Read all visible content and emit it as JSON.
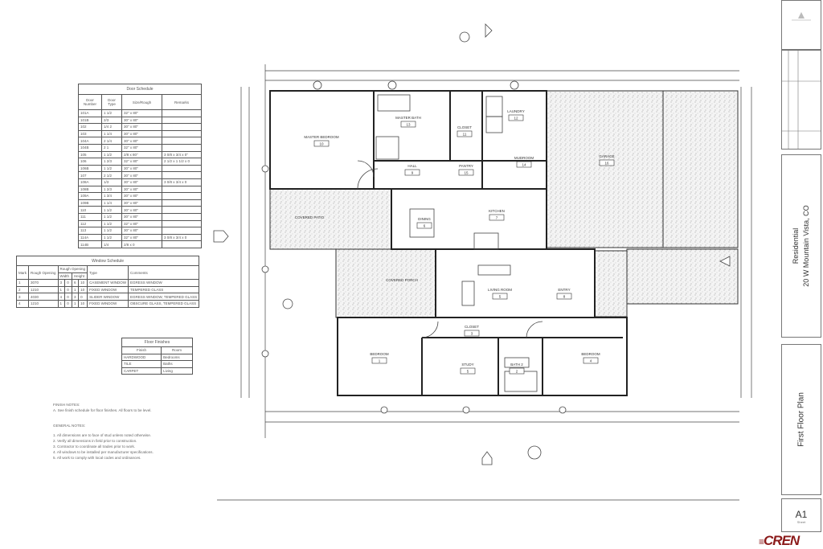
{
  "door_schedule": {
    "title": "Door Schedule",
    "headers": [
      "Door Number",
      "Door Type",
      "Size/Rough",
      "Remarks"
    ],
    "rows": [
      [
        "101A",
        "1 1/2",
        "32\" x 80\"",
        ""
      ],
      [
        "101B",
        "2/3",
        "30\" x 80\"",
        " "
      ],
      [
        "102",
        "1/4 2",
        "30\" x 80\"",
        " "
      ],
      [
        "103",
        "1 1/4",
        "30\" x 80\"",
        " "
      ],
      [
        "104A",
        "2 1/4",
        "30\" x 80\"",
        " "
      ],
      [
        "104B",
        "2 1",
        "32\" x 80\"",
        " "
      ],
      [
        "105",
        "1 1/2",
        "2/8 x 80\"",
        "3 0/8 x 3/4 x 0\""
      ],
      [
        "106",
        "1 2/3",
        "32\" x 80\"",
        "2 1/2 x 1 1/2 x 0"
      ],
      [
        "106B",
        "1 1/2",
        "30\" x 80\"",
        " "
      ],
      [
        "107",
        "2 1/2",
        "30\" x 80\"",
        " "
      ],
      [
        "108A",
        "1/3",
        "30\" x 80\"",
        "3 0/8 x 3/4 x 0"
      ],
      [
        "108B",
        "1 2/3",
        "30\" x 80\"",
        " "
      ],
      [
        "109A",
        "1 3/4",
        "30\" x 80\"",
        " "
      ],
      [
        "109B",
        "1 1/4",
        "30\" x 80\"",
        " "
      ],
      [
        "110",
        "1 1/2",
        "30\" x 80\"",
        " "
      ],
      [
        "111",
        "1 1/2",
        "30\" x 80\"",
        " "
      ],
      [
        "112",
        "1 1/2",
        "32\" x 80\"",
        " "
      ],
      [
        "113",
        "1 1/2",
        "30\" x 80\"",
        " "
      ],
      [
        "114A",
        "1 1/2",
        "32\" x 80\"",
        "3 0/8 x 3/4 x 0"
      ],
      [
        "114B",
        "1/4",
        "2/8 x 0",
        " "
      ]
    ]
  },
  "window_schedule": {
    "title": "Window Schedule",
    "headers": [
      "Mark",
      "Rough Opening",
      "Width",
      "Height",
      "Type",
      "Comments"
    ],
    "subheader": "Rough Opening",
    "rows": [
      [
        "1",
        "3070",
        "3",
        "0",
        "6",
        "10",
        "CASEMENT WINDOW",
        "EGRESS WINDOW"
      ],
      [
        "2",
        "1210",
        "1",
        "0",
        "1",
        "10",
        "FIXED WINDOW",
        "TEMPERED GLASS"
      ],
      [
        "3",
        "4030",
        "4",
        "0",
        "3",
        "0",
        "SLIDER WINDOW",
        "EGRESS WINDOW, TEMPERED GLASS"
      ],
      [
        "4",
        "1210",
        "1",
        "0",
        "1",
        "10",
        "FIXED WINDOW",
        "OBSCURE GLASS, TEMPERED GLASS"
      ]
    ]
  },
  "finish_table": {
    "title": "Floor Finishes",
    "headers": [
      "Finish",
      "Room"
    ],
    "rows": [
      [
        "HARDWOOD",
        "Bedrooms"
      ],
      [
        "TILE",
        "Baths"
      ],
      [
        "CARPET",
        "Living"
      ]
    ]
  },
  "notes": {
    "heading1": "FINISH NOTES:",
    "line1": "A. See finish schedule for floor finishes. All floors to be level.",
    "heading2": "GENERAL NOTES:",
    "items": [
      "1. All dimensions are to face of stud unless noted otherwise.",
      "2. Verify all dimensions in field prior to construction.",
      "3. Contractor to coordinate all trades prior to work.",
      "4. All windows to be installed per manufacturer specifications.",
      "5. All work to comply with local codes and ordinances."
    ]
  },
  "rooms": {
    "master_bedroom": {
      "name": "MASTER BEDROOM",
      "num": "10"
    },
    "master_bath": {
      "name": "MASTER BATH",
      "num": "13"
    },
    "closet": {
      "name": "CLOSET",
      "num": "11"
    },
    "laundry": {
      "name": "LAUNDRY",
      "num": "12"
    },
    "hall": {
      "name": "HALL",
      "num": "9"
    },
    "pantry": {
      "name": "PANTRY",
      "num": "15"
    },
    "mudroom": {
      "name": "MUDROOM",
      "num": "14"
    },
    "garage": {
      "name": "GARAGE",
      "num": "16"
    },
    "dining": {
      "name": "DINING",
      "num": "6"
    },
    "kitchen": {
      "name": "KITCHEN",
      "num": "7"
    },
    "living": {
      "name": "LIVING ROOM",
      "num": "5"
    },
    "entry": {
      "name": "ENTRY",
      "num": "8"
    },
    "patio": {
      "name": "COVERED PATIO"
    },
    "porch": {
      "name": "COVERED PORCH"
    },
    "closet2": {
      "name": "CLOSET",
      "num": "3"
    },
    "bedroom1": {
      "name": "BEDROOM",
      "num": "1"
    },
    "study": {
      "name": "STUDY",
      "num": "5"
    },
    "bath2": {
      "name": "BATH 2",
      "num": "2"
    },
    "bedroom2": {
      "name": "BEDROOM",
      "num": "4"
    }
  },
  "title_block": {
    "project_name": "Residential",
    "project_address": "20 W Mountain Vista, CO",
    "sheet_title": "First Floor Plan",
    "sheet_number": "A1",
    "sheet_label": "Sheet",
    "logo": "CREN",
    "brand_color": "#8b1a1a"
  },
  "scale_note": "FIRST FLOOR PLAN"
}
